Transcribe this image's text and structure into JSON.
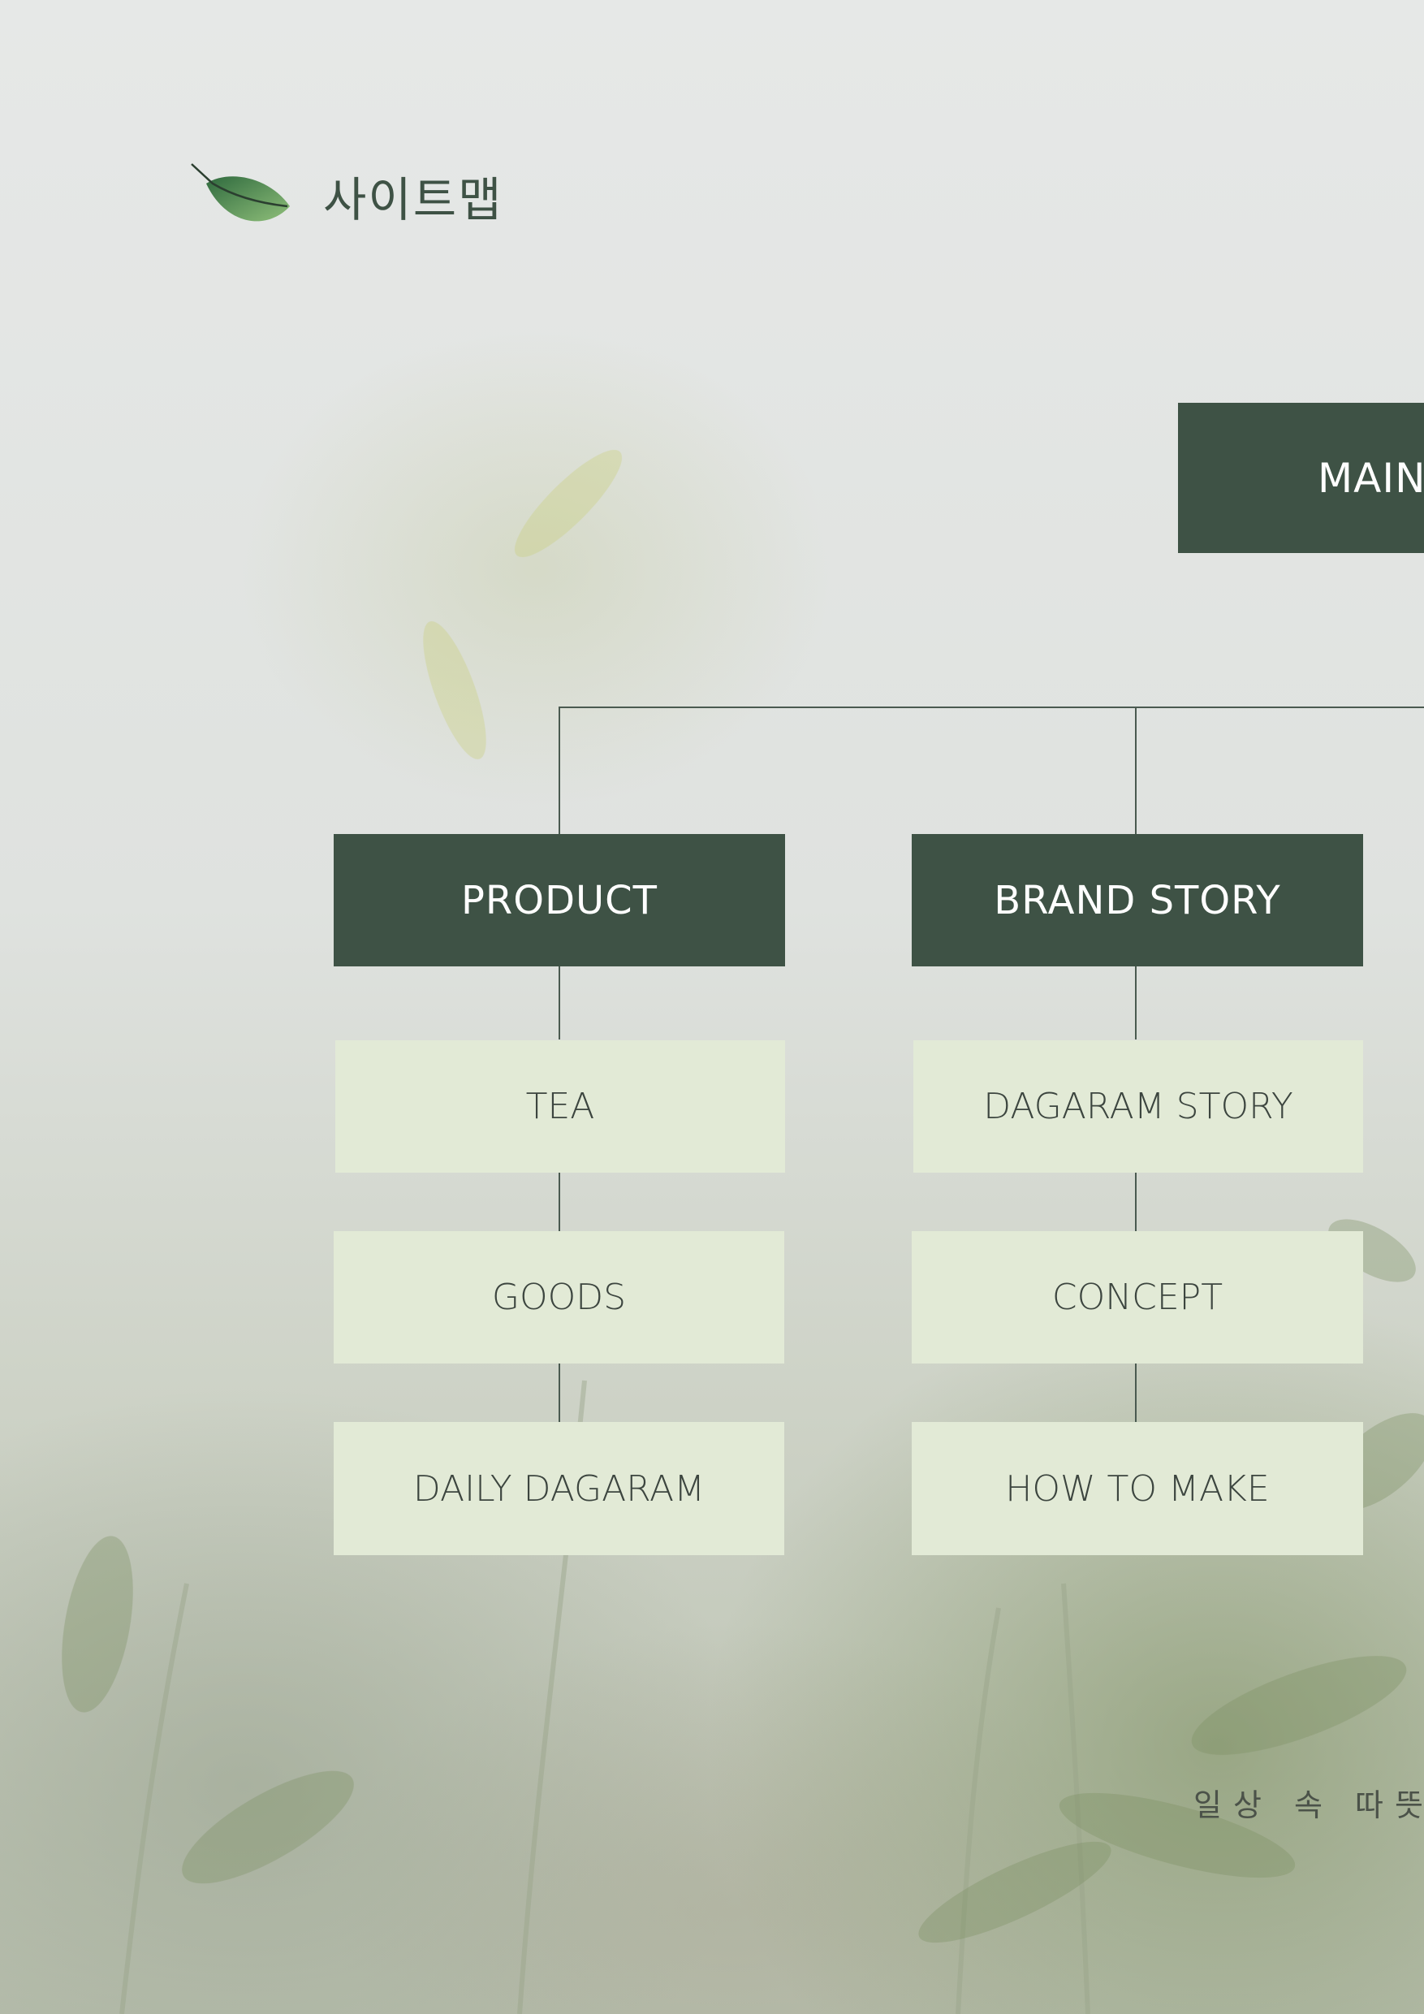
{
  "page": {
    "title": "사이트맵",
    "tagline": "일상 속 따뜻"
  },
  "sitemap": {
    "root": {
      "label": "MAIN"
    },
    "branches": [
      {
        "label": "PRODUCT",
        "children": [
          "TEA",
          "GOODS",
          "DAILY DAGARAM"
        ]
      },
      {
        "label": "BRAND STORY",
        "children": [
          "DAGARAM STORY",
          "CONCEPT",
          "HOW TO MAKE"
        ]
      }
    ]
  },
  "colors": {
    "dark_box": "#3e5245",
    "light_box": "#e2ead6",
    "line": "#4a5a50"
  }
}
